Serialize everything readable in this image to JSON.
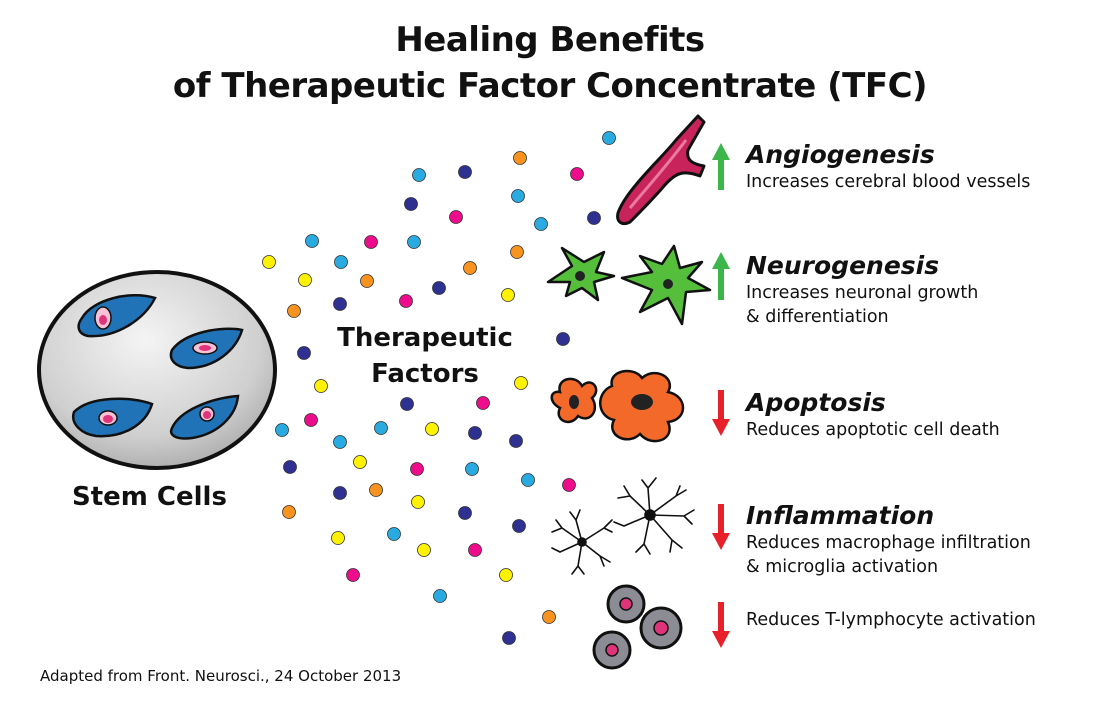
{
  "title": {
    "line1": "Healing Benefits",
    "line2": "of Therapeutic Factor Concentrate (TFC)"
  },
  "labels": {
    "stem_cells": "Stem Cells",
    "therapeutic_line1": "Therapeutic",
    "therapeutic_line2": "Factors"
  },
  "benefits": [
    {
      "name": "Angiogenesis",
      "line1": "Increases cerebral blood vessels",
      "line2": "",
      "direction": "up",
      "icon": "blood-vessel-icon"
    },
    {
      "name": "Neurogenesis",
      "line1": "Increases neuronal growth",
      "line2": "& differentiation",
      "direction": "up",
      "icon": "neuron-icon"
    },
    {
      "name": "Apoptosis",
      "line1": "Reduces apoptotic cell death",
      "line2": "",
      "direction": "down",
      "icon": "apoptotic-cell-icon"
    },
    {
      "name": "Inflammation",
      "line1": "Reduces macrophage infiltration",
      "line2": "& microglia activation",
      "direction": "down",
      "icon": "microglia-icon"
    },
    {
      "name": "",
      "line1": "Reduces T-lymphocyte activation",
      "line2": "",
      "direction": "down",
      "icon": "t-lymphocyte-icon"
    }
  ],
  "source": "Adapted from Front. Neurosci., 24 October 2013",
  "colors": {
    "up_arrow": "#3cb54a",
    "down_arrow": "#e8202a",
    "stem_cell": "#2173b8",
    "blood_vessel": "#c8235a",
    "neuron": "#55bf3b",
    "apoptotic_cell": "#f2692a",
    "lymphocyte": "#8c8c94",
    "factor_cyan": "#29abe2",
    "factor_navy": "#2e3192",
    "factor_magenta": "#ec0c8c",
    "factor_yellow": "#fff200",
    "factor_orange": "#f7931e"
  }
}
